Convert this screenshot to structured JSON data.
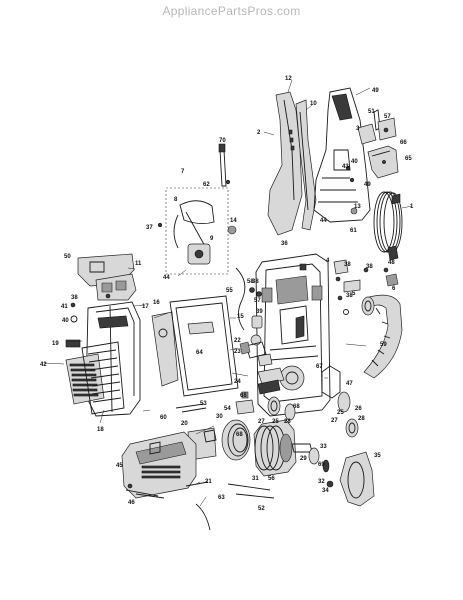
{
  "watermark": "AppliancePartsPros.com",
  "callouts": [
    {
      "id": "c1",
      "text": "1"
    },
    {
      "id": "c2",
      "text": "2"
    },
    {
      "id": "c3",
      "text": "3"
    },
    {
      "id": "c4",
      "text": "4"
    },
    {
      "id": "c5",
      "text": "5"
    },
    {
      "id": "c6",
      "text": "6"
    },
    {
      "id": "c7",
      "text": "7"
    },
    {
      "id": "c8",
      "text": "8"
    },
    {
      "id": "c9",
      "text": "9"
    },
    {
      "id": "c10",
      "text": "10"
    },
    {
      "id": "c11",
      "text": "11"
    },
    {
      "id": "c12",
      "text": "12"
    },
    {
      "id": "c13",
      "text": "13"
    },
    {
      "id": "c14",
      "text": "14"
    },
    {
      "id": "c15",
      "text": "15"
    },
    {
      "id": "c16",
      "text": "16"
    },
    {
      "id": "c17",
      "text": "17"
    },
    {
      "id": "c18",
      "text": "18"
    },
    {
      "id": "c19",
      "text": "19"
    },
    {
      "id": "c20",
      "text": "20"
    },
    {
      "id": "c21",
      "text": "21"
    },
    {
      "id": "c22",
      "text": "22"
    },
    {
      "id": "c23",
      "text": "23"
    },
    {
      "id": "c24",
      "text": "24"
    },
    {
      "id": "c25a",
      "text": "25"
    },
    {
      "id": "c25b",
      "text": "25"
    },
    {
      "id": "c26",
      "text": "26"
    },
    {
      "id": "c27a",
      "text": "27"
    },
    {
      "id": "c27b",
      "text": "27"
    },
    {
      "id": "c28a",
      "text": "28"
    },
    {
      "id": "c28b",
      "text": "28"
    },
    {
      "id": "c29",
      "text": "29"
    },
    {
      "id": "c30",
      "text": "30"
    },
    {
      "id": "c31",
      "text": "31"
    },
    {
      "id": "c32",
      "text": "32"
    },
    {
      "id": "c33",
      "text": "33"
    },
    {
      "id": "c34",
      "text": "34"
    },
    {
      "id": "c35",
      "text": "35"
    },
    {
      "id": "c36",
      "text": "36"
    },
    {
      "id": "c37",
      "text": "37"
    },
    {
      "id": "c38a",
      "text": "38"
    },
    {
      "id": "c38b",
      "text": "38"
    },
    {
      "id": "c38c",
      "text": "38"
    },
    {
      "id": "c38d",
      "text": "38"
    },
    {
      "id": "c38e",
      "text": "38"
    },
    {
      "id": "c39",
      "text": "39"
    },
    {
      "id": "c40a",
      "text": "40"
    },
    {
      "id": "c40b",
      "text": "40"
    },
    {
      "id": "c41",
      "text": "41"
    },
    {
      "id": "c42",
      "text": "42"
    },
    {
      "id": "c43",
      "text": "43"
    },
    {
      "id": "c44a",
      "text": "44"
    },
    {
      "id": "c44b",
      "text": "44"
    },
    {
      "id": "c45",
      "text": "45"
    },
    {
      "id": "c46",
      "text": "46"
    },
    {
      "id": "c47",
      "text": "47"
    },
    {
      "id": "c48",
      "text": "48"
    },
    {
      "id": "c49a",
      "text": "49"
    },
    {
      "id": "c49b",
      "text": "49"
    },
    {
      "id": "c50",
      "text": "50"
    },
    {
      "id": "c51",
      "text": "51"
    },
    {
      "id": "c52",
      "text": "52"
    },
    {
      "id": "c53",
      "text": "53"
    },
    {
      "id": "c54",
      "text": "54"
    },
    {
      "id": "c55",
      "text": "55"
    },
    {
      "id": "c56",
      "text": "56"
    },
    {
      "id": "c57a",
      "text": "57"
    },
    {
      "id": "c57b",
      "text": "57"
    },
    {
      "id": "c58",
      "text": "58"
    },
    {
      "id": "c59",
      "text": "59"
    },
    {
      "id": "c60",
      "text": "60"
    },
    {
      "id": "c61",
      "text": "61"
    },
    {
      "id": "c62",
      "text": "62"
    },
    {
      "id": "c63",
      "text": "63"
    },
    {
      "id": "c64",
      "text": "64"
    },
    {
      "id": "c65",
      "text": "65"
    },
    {
      "id": "c66",
      "text": "66"
    },
    {
      "id": "c67",
      "text": "67"
    },
    {
      "id": "c68a",
      "text": "68"
    },
    {
      "id": "c68b",
      "text": "68"
    },
    {
      "id": "c68c",
      "text": "68"
    },
    {
      "id": "c69",
      "text": "69"
    },
    {
      "id": "c70",
      "text": "70"
    }
  ]
}
